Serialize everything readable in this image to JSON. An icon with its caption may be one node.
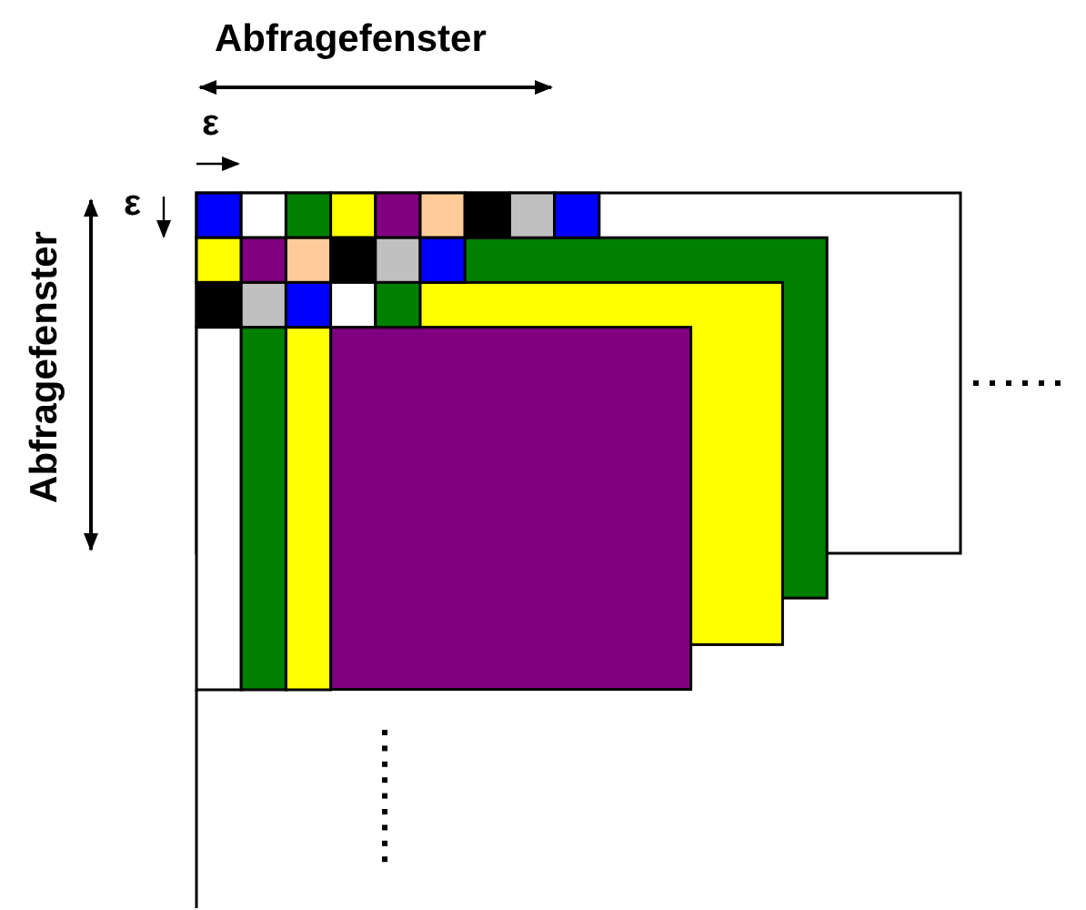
{
  "diagram": {
    "labels": [
      "Abfragefenster",
      "ε",
      "ε",
      "Abfragefenster"
    ]
  }
}
